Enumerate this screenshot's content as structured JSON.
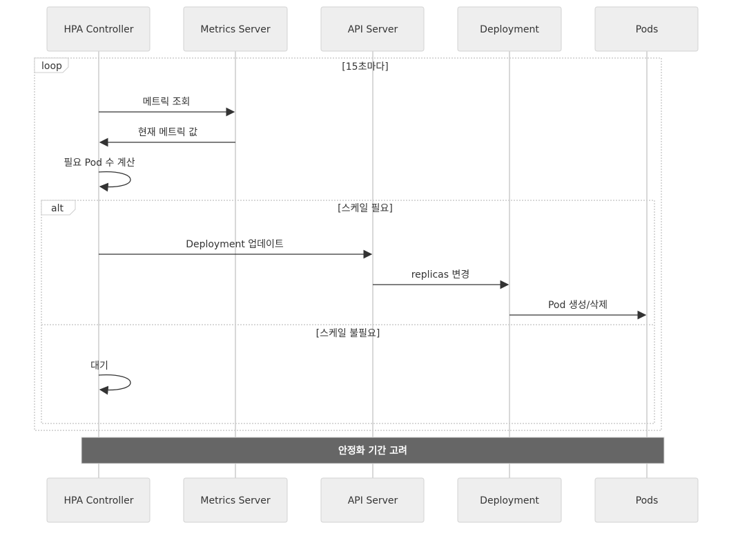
{
  "participants": [
    "HPA Controller",
    "Metrics Server",
    "API Server",
    "Deployment",
    "Pods"
  ],
  "loop": {
    "keyword": "loop",
    "condition": "[15초마다]"
  },
  "messages": [
    {
      "text": "메트릭 조회"
    },
    {
      "text": "현재 메트릭 값"
    },
    {
      "text": "필요 Pod 수 계산"
    },
    {
      "text": "Deployment 업데이트"
    },
    {
      "text": "replicas 변경"
    },
    {
      "text": "Pod 생성/삭제"
    },
    {
      "text": "대기"
    }
  ],
  "alt": {
    "keyword": "alt",
    "condition": "[스케일 필요]",
    "else_condition": "[스케일 불필요]"
  },
  "note": {
    "text": "안정화 기간 고려"
  },
  "colors": {
    "actor_fill": "#eeeeee",
    "line": "#333333",
    "note_fill": "#666666"
  }
}
